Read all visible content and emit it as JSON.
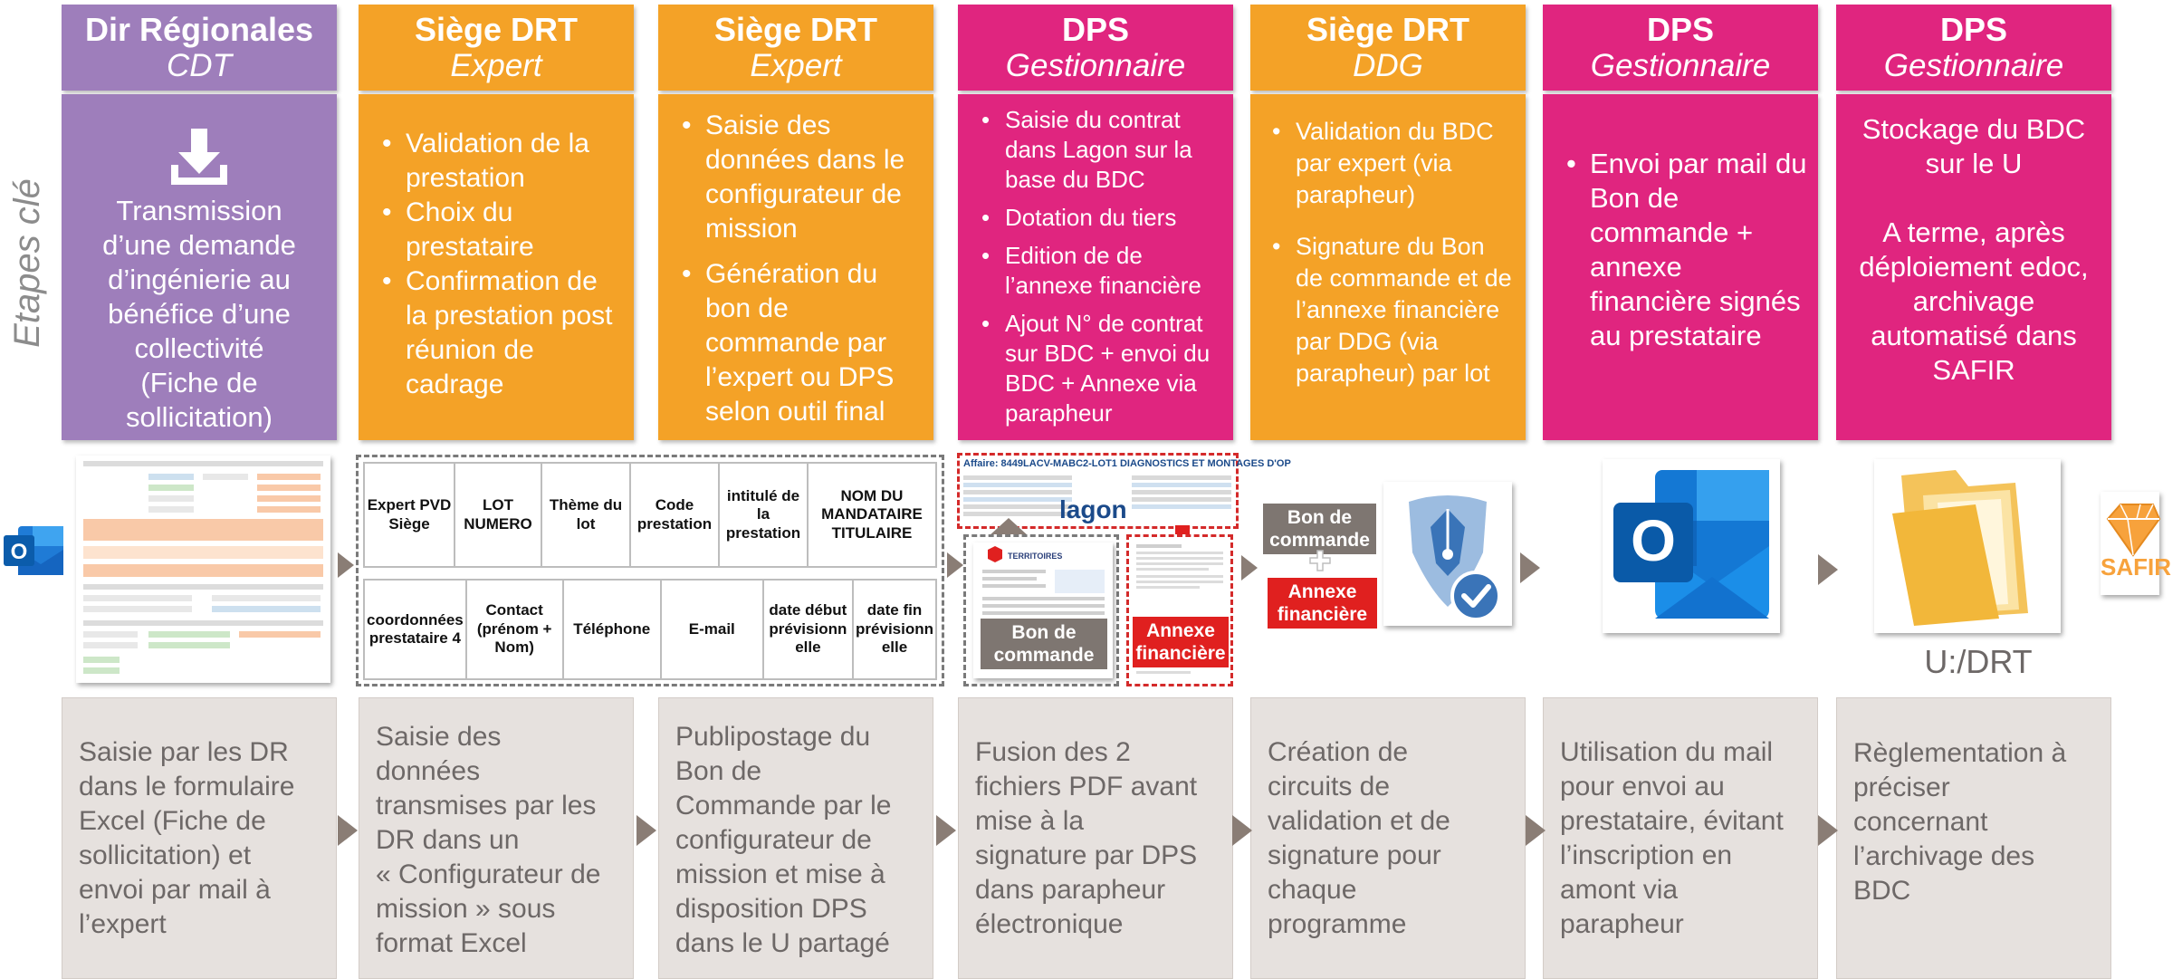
{
  "side_label": "Etapes clé",
  "columns": [
    {
      "title": "Dir Régionales",
      "role": "CDT",
      "step_lines": [
        "Transmission",
        "d’une demande",
        "d’ingénierie au",
        "bénéfice d’une",
        "collectivité",
        "(Fiche de",
        "sollicitation)"
      ],
      "description": [
        "Saisie par les DR",
        "dans le formulaire",
        "Excel (Fiche de",
        "sollicitation) et",
        "envoi par mail à",
        "l’expert"
      ]
    },
    {
      "title": "Siège DRT",
      "role": "Expert",
      "step_bullets": [
        "Validation de la prestation",
        "Choix du prestataire",
        "Confirmation de la prestation post réunion de cadrage"
      ],
      "description": [
        "Saisie des",
        "données",
        "transmises par les",
        "DR dans un",
        "« Configurateur de",
        "mission » sous",
        "format Excel"
      ]
    },
    {
      "title": "Siège DRT",
      "role": "Expert",
      "step_bullets": [
        "Saisie des données dans le configurateur de mission",
        "Génération du bon de commande par l’expert ou DPS selon outil final"
      ],
      "description": [
        "Publipostage du",
        "Bon de",
        "Commande par le",
        "configurateur de",
        "mission et mise à",
        "disposition DPS",
        "dans le U partagé"
      ]
    },
    {
      "title": "DPS",
      "role": "Gestionnaire",
      "step_bullets": [
        "Saisie du contrat dans Lagon sur la base du BDC",
        "Dotation du tiers",
        "Edition de de l’annexe financière",
        "Ajout N° de contrat sur BDC + envoi du BDC + Annexe via  parapheur"
      ],
      "description": [
        "Fusion des 2",
        "fichiers PDF avant",
        "mise à la",
        "signature par DPS",
        "dans parapheur",
        "électronique"
      ]
    },
    {
      "title": "Siège DRT",
      "role": "DDG",
      "step_bullets": [
        "Validation du BDC par expert (via parapheur)",
        "Signature du Bon de commande et de l’annexe financière par DDG (via parapheur) par lot"
      ],
      "description": [
        "Création de",
        "circuits de",
        "validation et de",
        "signature pour",
        "chaque",
        "programme"
      ]
    },
    {
      "title": "DPS",
      "role": "Gestionnaire",
      "step_bullets": [
        "Envoi par mail du Bon de commande + annexe financière signés au prestataire"
      ],
      "description": [
        "Utilisation du mail",
        "pour envoi au",
        "prestataire, évitant",
        "l’inscription en",
        "amont via",
        "parapheur"
      ]
    },
    {
      "title": "DPS",
      "role": "Gestionnaire",
      "step_lines": [
        "Stockage du BDC",
        "sur le U",
        "",
        "A terme, après",
        "déploiement edoc,",
        "archivage",
        "automatisé dans",
        "SAFIR"
      ],
      "description": [
        "Règlementation à",
        "préciser",
        "concernant",
        "l’archivage des",
        "BDC"
      ]
    }
  ],
  "configurator": {
    "row1": [
      "Expert PVD Siège",
      "LOT NUMERO",
      "Thème du lot",
      "Code prestation",
      "intitulé de la prestation",
      "NOM DU MANDATAIRE TITULAIRE"
    ],
    "row2": [
      "coordonnées prestataire 4",
      "Contact (prénom + Nom)",
      "Téléphone",
      "E-mail",
      "date début prévisionn elle",
      "date fin prévisionn elle"
    ]
  },
  "lagon": {
    "header": "Affaire: 8449LACV-MABC2-LOT1 DIAGNOSTICS ET MONTAGES D'OP",
    "logo": "lagon"
  },
  "bdc_label": "Bon de commande",
  "annexe_label": "Annexe financière",
  "doc_territoires": "TERRITOIRES",
  "sign_bon": "Bon de commande",
  "sign_annexe": "Annexe financière",
  "u_label": "U:/DRT",
  "safir_label": "SAFIR",
  "colors": {
    "purple": "#9e7ebb",
    "orange": "#f4a227",
    "pink": "#e0257f",
    "arrow": "#8a7d75",
    "desc_bg": "#e6e1de"
  }
}
